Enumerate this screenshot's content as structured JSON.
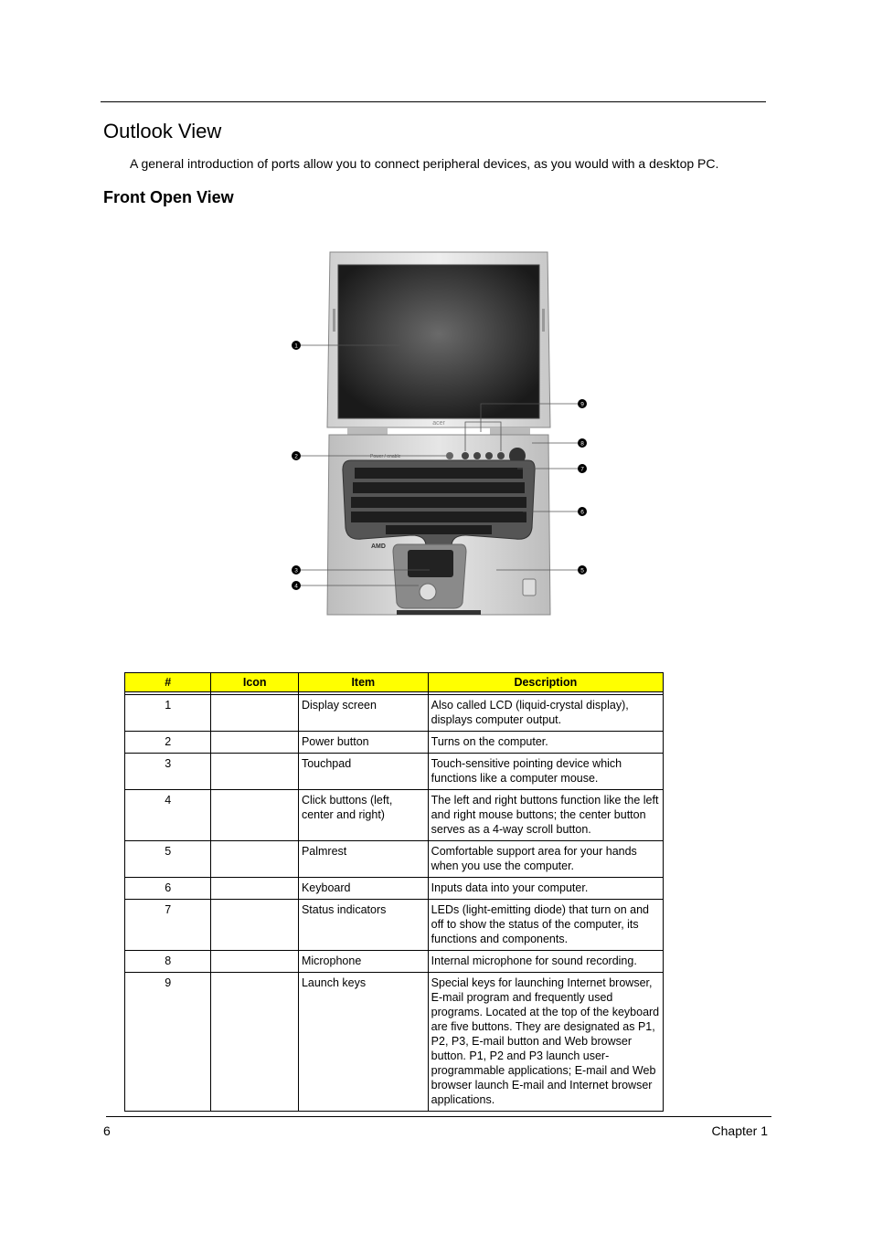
{
  "header": {
    "title": "Outlook View"
  },
  "intro": "A general introduction of ports allow you to connect peripheral devices, as you would with a desktop PC.",
  "section": {
    "title": "Front Open View"
  },
  "figure": {
    "callouts": [
      "1",
      "2",
      "3",
      "4",
      "5",
      "6",
      "7",
      "8",
      "9"
    ],
    "power_label": "Power / enable"
  },
  "table": {
    "headers": [
      "#",
      "Icon",
      "Item",
      "Description"
    ],
    "rows": [
      {
        "num": "1",
        "item": "Display screen",
        "desc": "Also called LCD (liquid-crystal display), displays computer output."
      },
      {
        "num": "2",
        "item": "Power button",
        "desc": "Turns on the computer."
      },
      {
        "num": "3",
        "item": "Touchpad",
        "desc": "Touch-sensitive pointing device which functions like a computer mouse."
      },
      {
        "num": "4",
        "item": "Click buttons (left, center and right)",
        "desc": "The left and right buttons function like the left and right mouse buttons; the center button serves as a 4-way scroll button."
      },
      {
        "num": "5",
        "item": "Palmrest",
        "desc": "Comfortable support area for your hands when you use the computer."
      },
      {
        "num": "6",
        "item": "Keyboard",
        "desc": "Inputs data into your computer."
      },
      {
        "num": "7",
        "item": "Status indicators",
        "desc": "LEDs (light-emitting diode) that turn on and off to show the status of the computer, its functions and components."
      },
      {
        "num": "8",
        "item": "Microphone",
        "desc": "Internal microphone for sound recording."
      },
      {
        "num": "9",
        "item": "Launch keys",
        "desc": "Special keys for launching Internet browser, E-mail program and frequently used programs. Located at the top of the keyboard are five buttons. They are designated as P1, P2, P3, E-mail button and Web browser button. P1, P2 and P3 launch user-programmable applications; E-mail and Web browser launch E-mail and Internet browser applications."
      }
    ]
  },
  "footer": {
    "page": "6",
    "chapter": "Chapter 1"
  }
}
